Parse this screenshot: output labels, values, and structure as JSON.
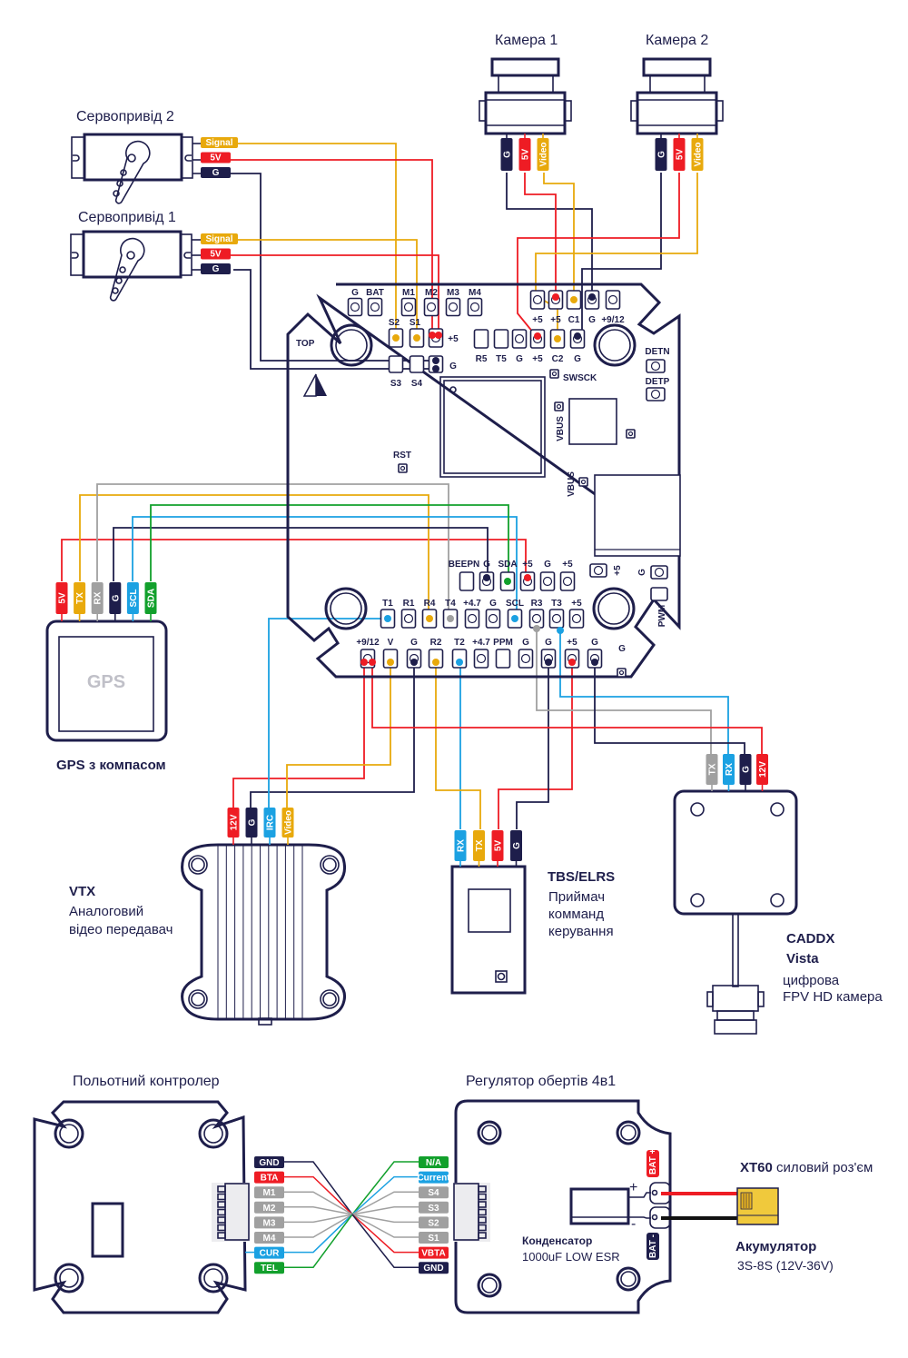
{
  "colors": {
    "outline": "#1e1e4b",
    "red": "#ee1c24",
    "yellow": "#e8a90c",
    "blue": "#1ba1e2",
    "green": "#12a02c",
    "grey": "#a0a0a0",
    "navy": "#1e1e4b"
  },
  "servos": [
    {
      "title": "Сервопривід 2",
      "wires": [
        {
          "label": "Signal",
          "color": "yellow"
        },
        {
          "label": "5V",
          "color": "red"
        },
        {
          "label": "G",
          "color": "navy"
        }
      ]
    },
    {
      "title": "Сервопривід 1",
      "wires": [
        {
          "label": "Signal",
          "color": "yellow"
        },
        {
          "label": "5V",
          "color": "red"
        },
        {
          "label": "G",
          "color": "navy"
        }
      ]
    }
  ],
  "cameras": [
    {
      "title": "Камера 1",
      "wires": [
        {
          "label": "G",
          "color": "navy"
        },
        {
          "label": "5V",
          "color": "red"
        },
        {
          "label": "Video",
          "color": "yellow"
        }
      ]
    },
    {
      "title": "Камера 2",
      "wires": [
        {
          "label": "G",
          "color": "navy"
        },
        {
          "label": "5V",
          "color": "red"
        },
        {
          "label": "Video",
          "color": "yellow"
        }
      ]
    }
  ],
  "fc_board": {
    "top_label": "TOP",
    "pads_top_row": [
      "G",
      "BAT",
      "M1",
      "M2",
      "M3",
      "M4"
    ],
    "servo_pads": [
      "S2",
      "S1",
      "+5",
      "S3",
      "S4",
      "G"
    ],
    "cam_pads_top": [
      "+5",
      "+5",
      "C1",
      "G",
      "+9/12"
    ],
    "cam_pads_mid": [
      "R5",
      "T5",
      "G",
      "+5",
      "C2",
      "G"
    ],
    "side_labels": [
      "DETN",
      "DETP",
      "SWSCK",
      "VBUS",
      "VBUS",
      "RST"
    ],
    "bottom_upper_row": [
      "BEEPN",
      "G",
      "SDA",
      "+5",
      "G",
      "+5"
    ],
    "bottom_mid_row": [
      "T1",
      "R1",
      "R4",
      "T4",
      "+4.7",
      "G",
      "SCL",
      "R3",
      "T3",
      "+5"
    ],
    "bottom_low_row": [
      "+9/12",
      "V",
      "G",
      "R2",
      "T2",
      "+4.7",
      "PPM",
      "G",
      "G",
      "+5",
      "G",
      "G"
    ],
    "right_pads": [
      "+5",
      "G",
      "PWM"
    ]
  },
  "gps": {
    "title": "GPS з компасом",
    "inner_label": "GPS",
    "wires": [
      {
        "label": "5V",
        "color": "red"
      },
      {
        "label": "TX",
        "color": "yellow"
      },
      {
        "label": "RX",
        "color": "grey"
      },
      {
        "label": "G",
        "color": "navy"
      },
      {
        "label": "SCL",
        "color": "blue"
      },
      {
        "label": "SDA",
        "color": "green"
      }
    ]
  },
  "vtx": {
    "title": "VTX",
    "desc_line1": "Аналоговий",
    "desc_line2": "відео передавач",
    "wires": [
      {
        "label": "12V",
        "color": "red"
      },
      {
        "label": "G",
        "color": "navy"
      },
      {
        "label": "IRC",
        "color": "blue"
      },
      {
        "label": "Video",
        "color": "yellow"
      }
    ]
  },
  "receiver": {
    "title": "TBS/ELRS",
    "desc_line1": "Приймач",
    "desc_line2": "комманд",
    "desc_line3": "керування",
    "wires": [
      {
        "label": "RX",
        "color": "blue"
      },
      {
        "label": "TX",
        "color": "yellow"
      },
      {
        "label": "5V",
        "color": "red"
      },
      {
        "label": "G",
        "color": "navy"
      }
    ]
  },
  "vista": {
    "title1": "CADDX",
    "title2": "Vista",
    "desc_line1": "цифрова",
    "desc_line2": "FPV HD камера",
    "wires": [
      {
        "label": "TX",
        "color": "grey"
      },
      {
        "label": "RX",
        "color": "blue"
      },
      {
        "label": "G",
        "color": "navy"
      },
      {
        "label": "12V",
        "color": "red"
      }
    ]
  },
  "bottom": {
    "fc_title": "Польотний контролер",
    "esc_title": "Регулятор обертів 4в1",
    "fc_pins": [
      {
        "label": "GND",
        "color": "navy"
      },
      {
        "label": "BTA",
        "color": "red"
      },
      {
        "label": "M1",
        "color": "grey"
      },
      {
        "label": "M2",
        "color": "grey"
      },
      {
        "label": "M3",
        "color": "grey"
      },
      {
        "label": "M4",
        "color": "grey"
      },
      {
        "label": "CUR",
        "color": "blue"
      },
      {
        "label": "TEL",
        "color": "green"
      }
    ],
    "esc_pins": [
      {
        "label": "N/A",
        "color": "green"
      },
      {
        "label": "Current",
        "color": "blue"
      },
      {
        "label": "S4",
        "color": "grey"
      },
      {
        "label": "S3",
        "color": "grey"
      },
      {
        "label": "S2",
        "color": "grey"
      },
      {
        "label": "S1",
        "color": "grey"
      },
      {
        "label": "VBTA",
        "color": "red"
      },
      {
        "label": "GND",
        "color": "navy"
      }
    ],
    "bat_plus": "BAT +",
    "bat_minus": "BAT -",
    "plus_sign": "+",
    "minus_sign": "-",
    "capacitor_title": "Конденсатор",
    "capacitor_desc": "1000uF LOW ESR",
    "xt60_bold": "XT60",
    "xt60_rest": " силовий роз'єм",
    "battery_title": "Акумулятор",
    "battery_desc": "3S-8S (12V-36V)"
  }
}
